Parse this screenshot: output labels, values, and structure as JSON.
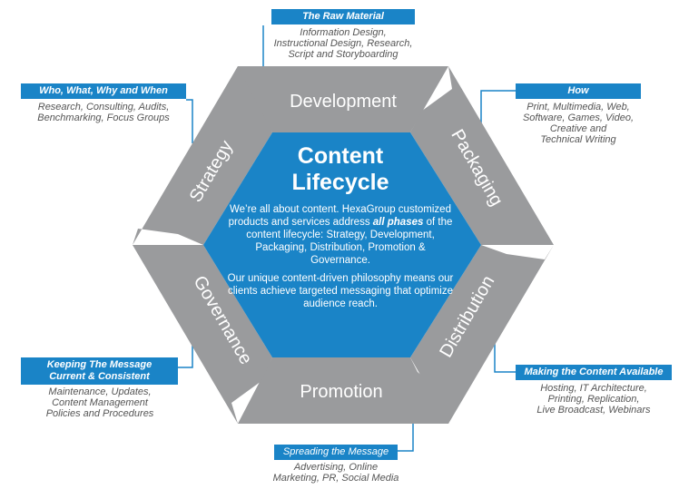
{
  "colors": {
    "accent": "#1a84c7",
    "segment": "#9a9b9d",
    "center": "#1a84c7"
  },
  "center": {
    "title": "Content\nLifecycle",
    "p1_a": "We’re all about content. HexaGroup customized products and services address ",
    "p1_em": "all phases",
    "p1_b": " of the content lifecycle: Strategy, Development, Packaging, Distribution, Promotion & Governance.",
    "p2": "Our unique content-driven philosophy means our clients achieve targeted messaging that optimize audience reach."
  },
  "segments": {
    "development": "Development",
    "packaging": "Packaging",
    "distribution": "Distribution",
    "promotion": "Promotion",
    "governance": "Governance",
    "strategy": "Strategy"
  },
  "callouts": {
    "raw_material": {
      "title": "The Raw Material",
      "desc": "Information Design,\nInstructional Design, Research,\nScript and Storyboarding"
    },
    "strategy": {
      "title": "Who, What, Why and When",
      "desc": "Research, Consulting, Audits,\nBenchmarking, Focus Groups"
    },
    "how": {
      "title": "How",
      "desc": "Print, Multimedia, Web,\nSoftware, Games, Video,\nCreative and\nTechnical Writing"
    },
    "governance": {
      "title": "Keeping The Message\nCurrent & Consistent",
      "desc": "Maintenance, Updates,\nContent Management\nPolicies and Procedures"
    },
    "distribution": {
      "title": "Making the Content Available",
      "desc": "Hosting, IT Architecture,\nPrinting, Replication,\nLive Broadcast, Webinars"
    },
    "promotion": {
      "title": "Spreading the Message",
      "desc": "Advertising, Online\nMarketing, PR, Social Media"
    }
  }
}
